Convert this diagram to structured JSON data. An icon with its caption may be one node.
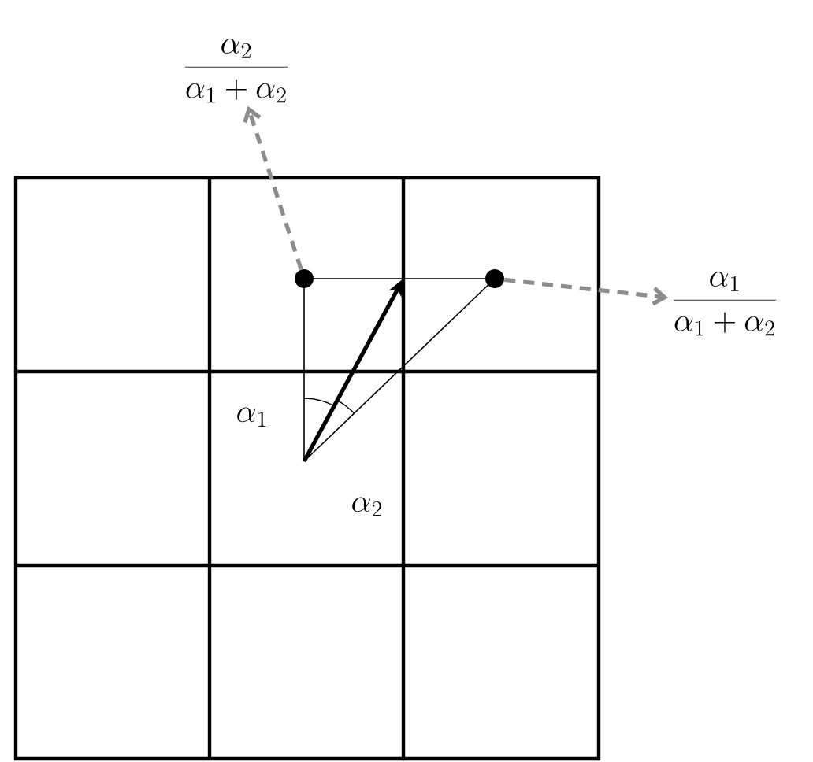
{
  "diagram": {
    "nodes": [
      {
        "text": [
          "\\frac{\\alpha_2}{\\alpha_1+\\alpha_2}"
        ]
      },
      {
        "text": [
          "\\frac{\\alpha_1}{\\alpha_1+\\alpha_2}"
        ]
      },
      {
        "text": [],
        "shape": "circle"
      },
      {
        "text": [],
        "shape": "circle"
      }
    ],
    "edges": [
      {
        "from": 2,
        "to": 0,
        "arrow": "to",
        "style": "dashed",
        "color": "#8c8c8c"
      },
      {
        "from": 3,
        "to": 1,
        "arrow": "to",
        "style": "dashed",
        "color": "#8c8c8c"
      }
    ],
    "labels": [
      "\\alpha_1",
      "\\alpha_2"
    ]
  }
}
